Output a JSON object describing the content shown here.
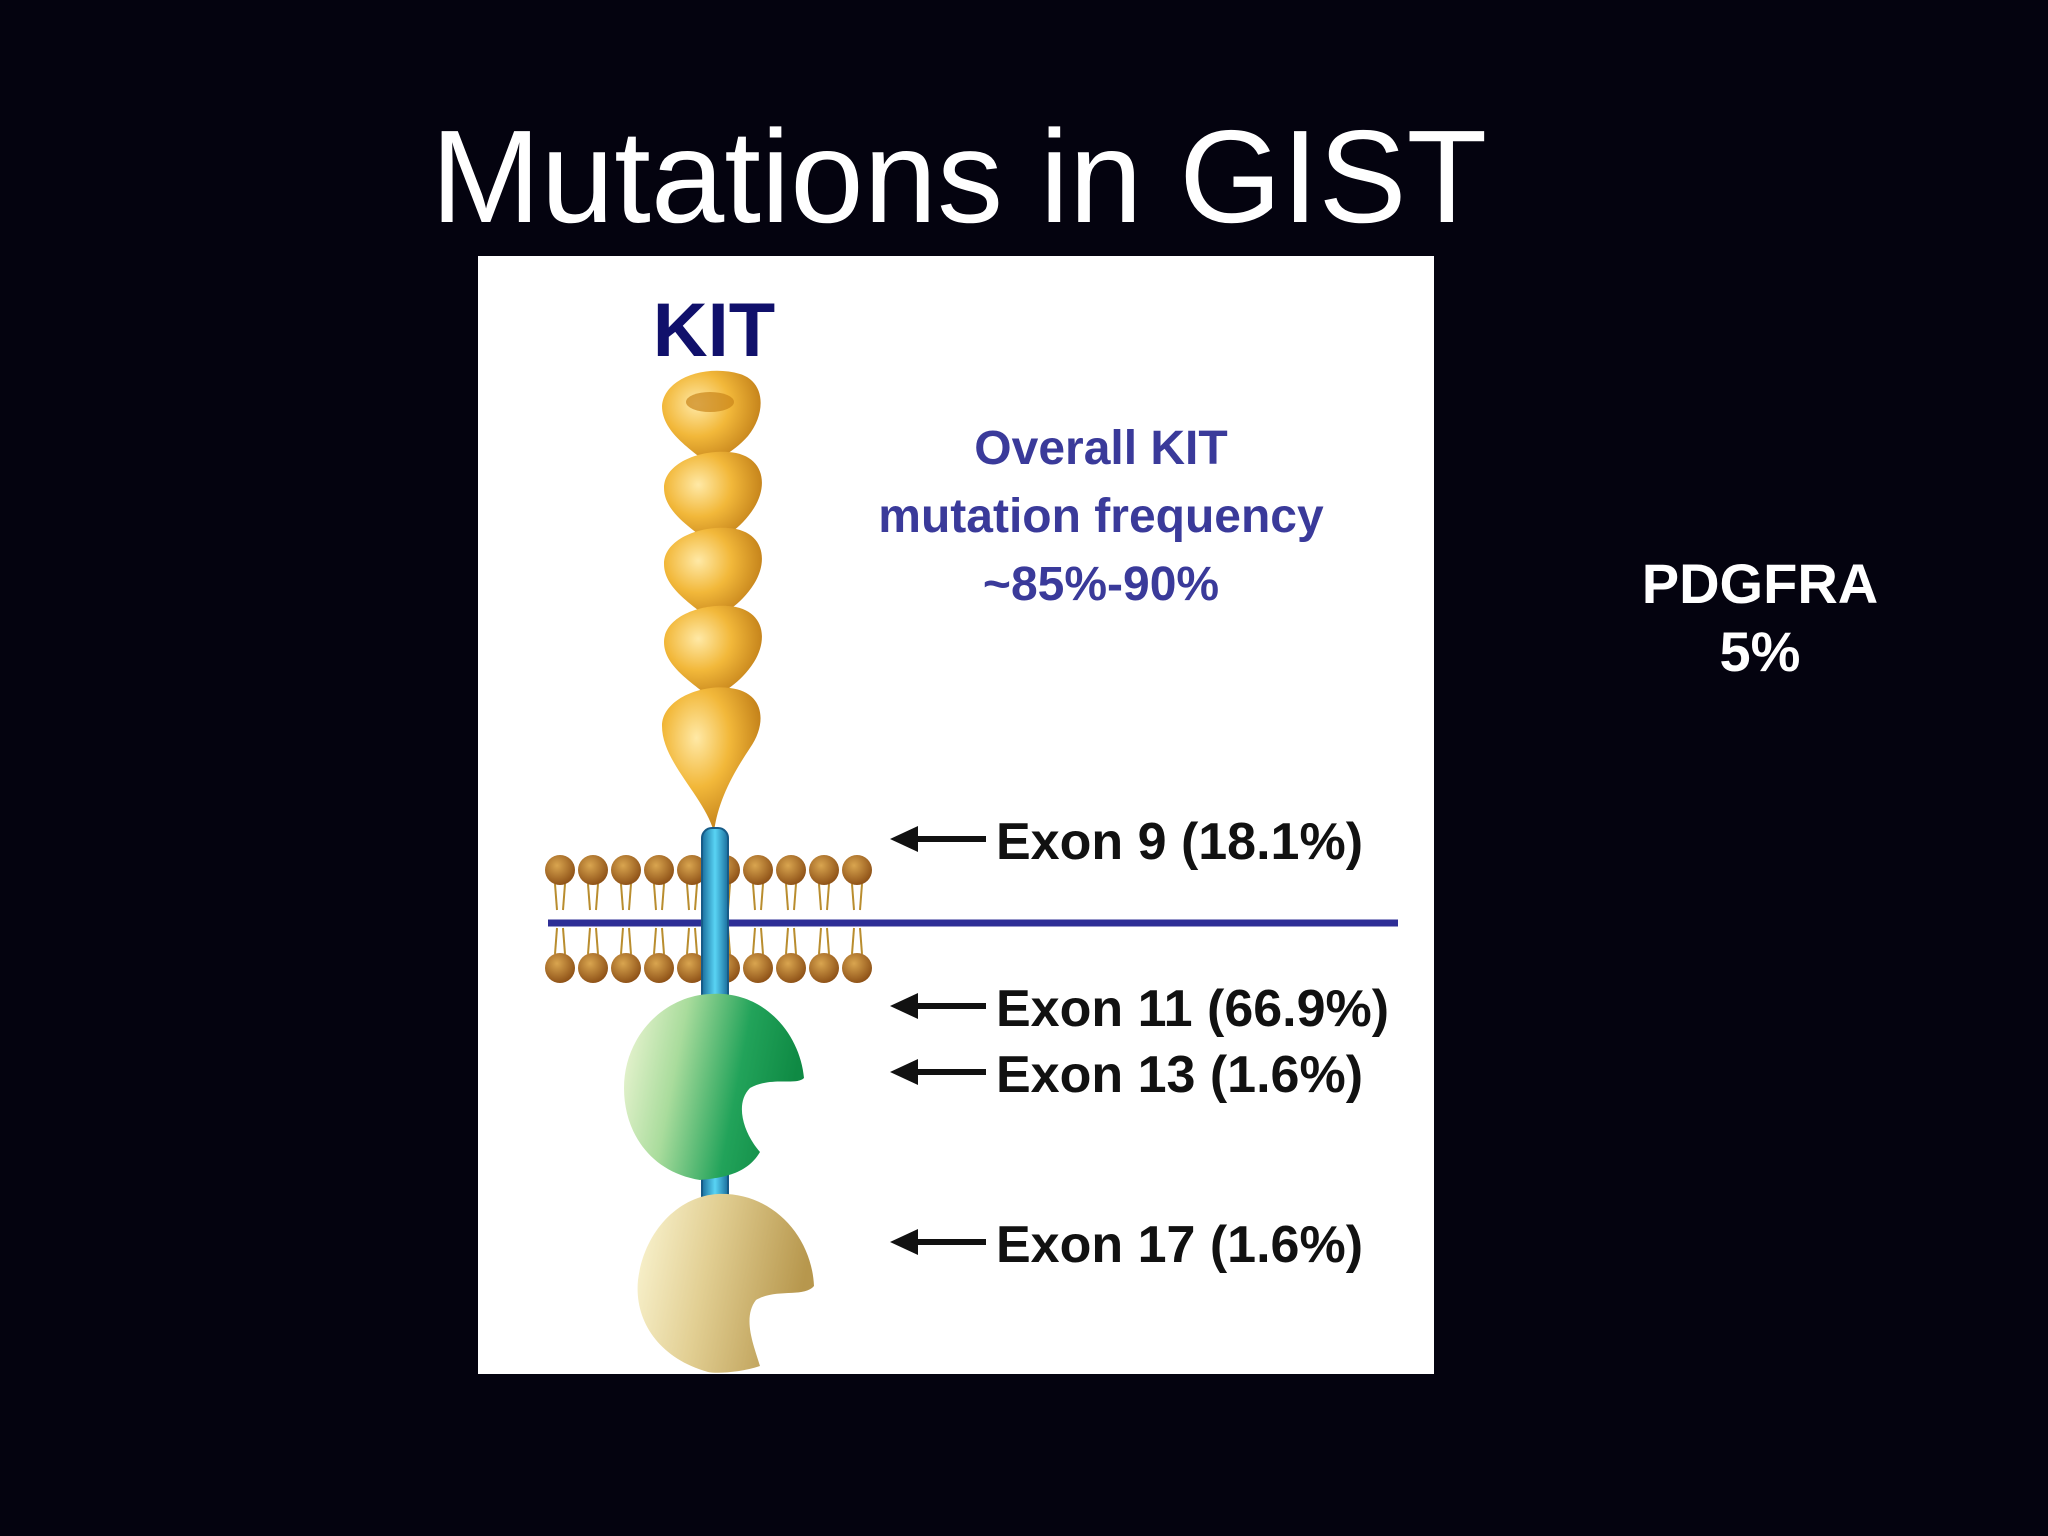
{
  "slide": {
    "title": "Mutations in GIST",
    "background_color": "#04030f"
  },
  "figure": {
    "protein_label": "KIT",
    "frequency_note": {
      "line1": "Overall KIT",
      "line2": "mutation frequency",
      "line3": "~85%-90%"
    },
    "exons": [
      {
        "label": "Exon 9 (18.1%)"
      },
      {
        "label": "Exon 11 (66.9%)"
      },
      {
        "label": "Exon 13 (1.6%)"
      },
      {
        "label": "Exon 17 (1.6%)"
      }
    ],
    "colors": {
      "kit_label": "#10106b",
      "note_text": "#3a3a9a",
      "membrane_line": "#2e2e96",
      "ig_domain": "#e8a427",
      "transmembrane": "#2aa9d6",
      "kinase_domain_1": "#1f9a55",
      "kinase_domain_2": "#cdb36c",
      "lipid_head": "#a8621c"
    }
  },
  "side_panel": {
    "line1": "PDGFRA",
    "line2": "5%"
  }
}
